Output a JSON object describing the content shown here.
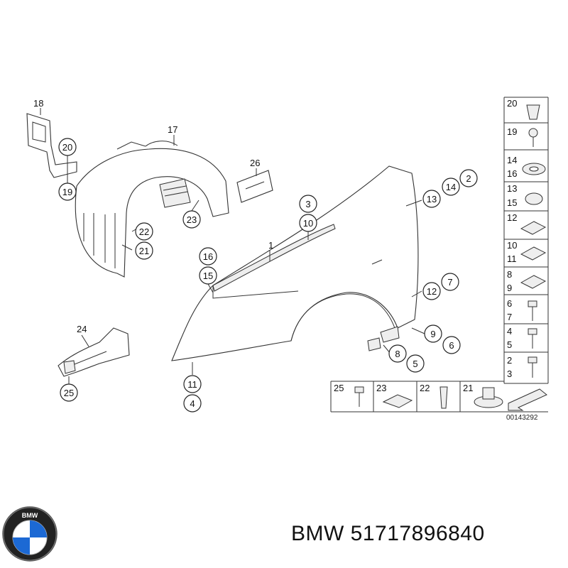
{
  "callouts": {
    "c18": "18",
    "c20a": "20",
    "c19a": "19",
    "c17": "17",
    "c26": "26",
    "c23a": "23",
    "c22a": "22",
    "c21a": "21",
    "c3": "3",
    "c10a": "10",
    "c1": "1",
    "c16a": "16",
    "c15a": "15",
    "c13a": "13",
    "c14a": "14",
    "c2a": "2",
    "c7a": "7",
    "c12a": "12",
    "c9a": "9",
    "c6a": "6",
    "c8a": "8",
    "c5a": "5",
    "c24": "24",
    "c25a": "25",
    "c11a": "11",
    "c4a": "4"
  },
  "legend_right": [
    {
      "top": "20",
      "bottom": ""
    },
    {
      "top": "19",
      "bottom": ""
    },
    {
      "top": "14",
      "bottom": "16"
    },
    {
      "top": "13",
      "bottom": "15"
    },
    {
      "top": "12",
      "bottom": ""
    },
    {
      "top": "10",
      "bottom": "11"
    },
    {
      "top": "8",
      "bottom": "9"
    },
    {
      "top": "6",
      "bottom": "7"
    },
    {
      "top": "4",
      "bottom": "5"
    },
    {
      "top": "2",
      "bottom": "3"
    }
  ],
  "legend_bottom": [
    "25",
    "23",
    "22",
    "21"
  ],
  "diagram_code": "00143292",
  "brand_text": "BMW 51717896840",
  "logo_letters": "BMW",
  "colors": {
    "bmw_blue": "#1c69d4",
    "line": "#333333"
  }
}
